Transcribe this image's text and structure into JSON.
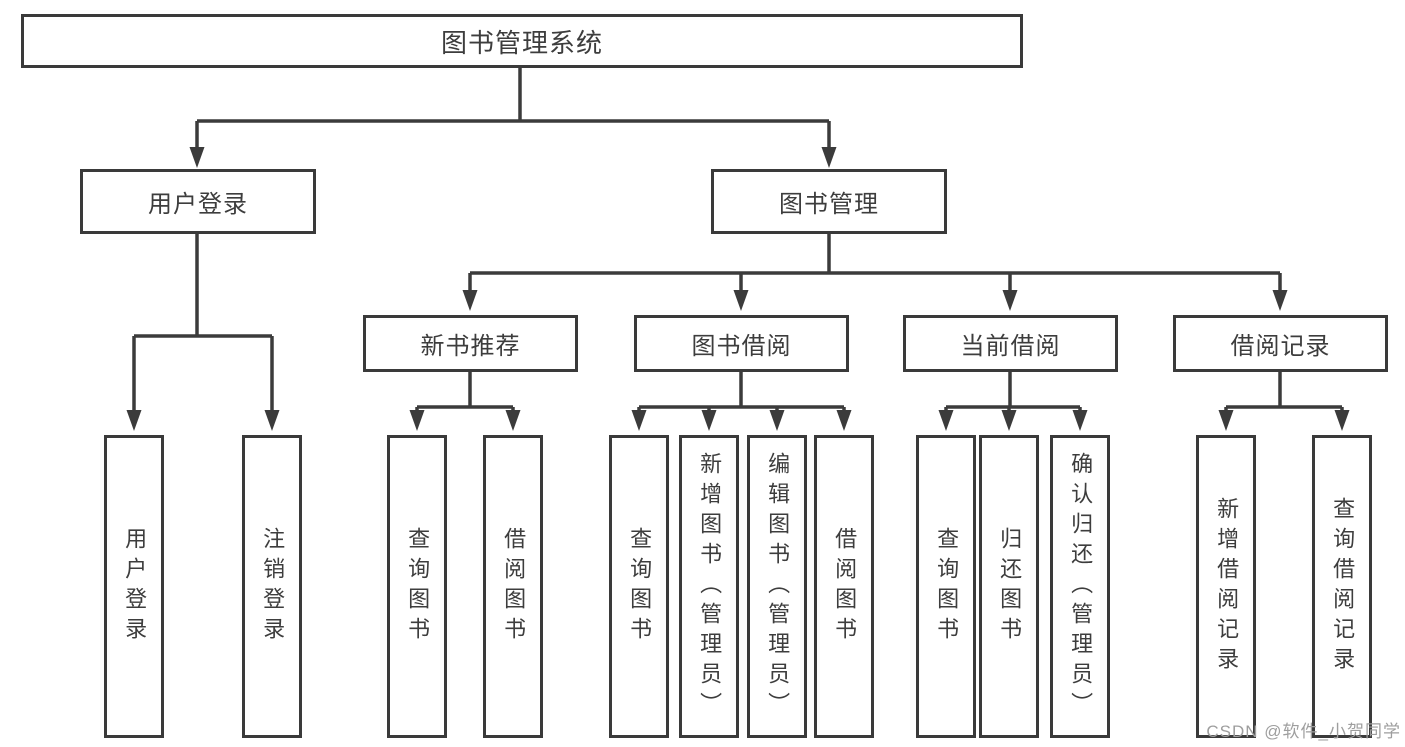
{
  "diagram": {
    "root": {
      "label": "图书管理系统"
    },
    "branches": [
      {
        "label": "用户登录",
        "children": [
          "用户登录",
          "注销登录"
        ]
      },
      {
        "label": "图书管理",
        "sections": [
          {
            "label": "新书推荐",
            "children": [
              "查询图书",
              "借阅图书"
            ]
          },
          {
            "label": "图书借阅",
            "children": [
              "查询图书",
              "新增图书（管理员）",
              "编辑图书（管理员）",
              "借阅图书"
            ]
          },
          {
            "label": "当前借阅",
            "children": [
              "查询图书",
              "归还图书",
              "确认归还（管理员）"
            ]
          },
          {
            "label": "借阅记录",
            "children": [
              "新增借阅记录",
              "查询借阅记录"
            ]
          }
        ]
      }
    ]
  },
  "watermark": {
    "text": "CSDN @软件_小贺同学",
    "color": "#9e9e9e"
  },
  "colors": {
    "line": "#3b3b3b",
    "border": "#3a3a3a",
    "text": "#3d3d3d",
    "background": "#ffffff"
  }
}
